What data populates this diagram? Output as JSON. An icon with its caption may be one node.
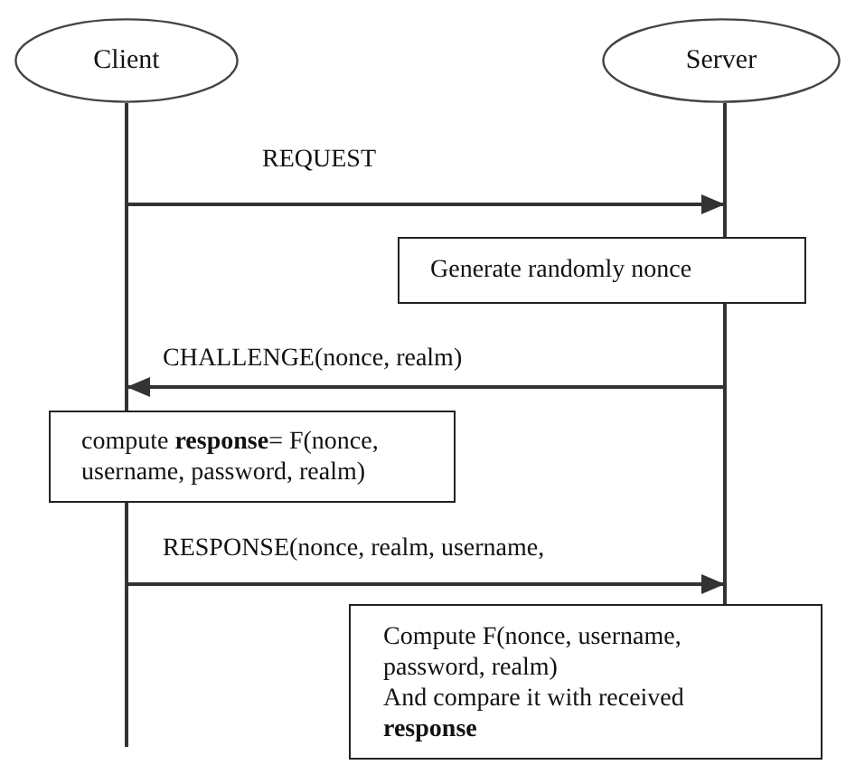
{
  "diagram": {
    "nodes": [
      {
        "text": [
          "Client"
        ]
      },
      {
        "text": [
          "Server"
        ]
      },
      {
        "text": [
          "Generate randomly nonce"
        ]
      },
      {
        "text": [
          "compute **response**= F(nonce, username, password, realm)"
        ]
      },
      {
        "text": [
          "Compute F(nonce, username, password, realm)",
          "And compare it with received **response**"
        ]
      }
    ],
    "edges": [
      {
        "from": 0,
        "to": 3,
        "arrow": "none"
      },
      {
        "from": 3,
        "to": null,
        "arrow": "none"
      },
      {
        "from": 1,
        "to": 2,
        "arrow": "none"
      },
      {
        "from": 2,
        "to": 4,
        "arrow": "none"
      },
      {
        "from": 0,
        "to": 2,
        "arrow": "to",
        "label": "REQUEST"
      },
      {
        "from": 2,
        "to": 3,
        "arrow": "to",
        "label": "CHALLENGE(nonce, realm)"
      },
      {
        "from": 3,
        "to": 4,
        "arrow": "to",
        "label": "RESPONSE(nonce, realm, username,"
      }
    ]
  }
}
